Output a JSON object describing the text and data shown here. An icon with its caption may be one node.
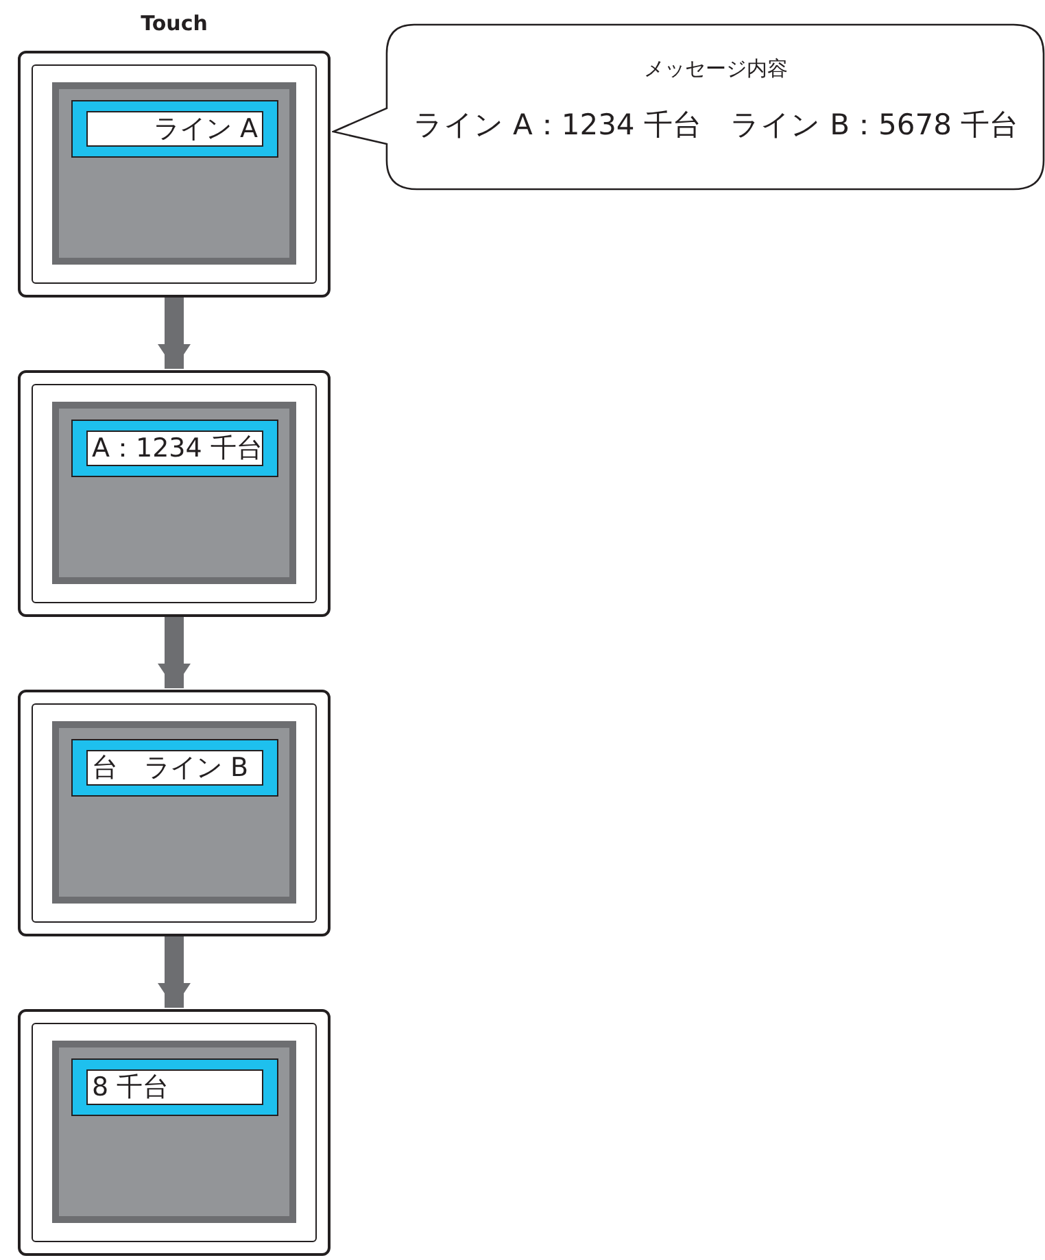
{
  "diagram": {
    "nodes": [
      {
        "text": [],
        "shape": "box",
        "beside": [
          "Touch"
        ]
      },
      {
        "text": [
          "ライン A"
        ],
        "in": 0
      },
      {
        "text": [
          "メッセージ内容",
          "ライン A：1234 千台　ライン B：5678 千台"
        ]
      },
      {
        "text": [],
        "shape": "box"
      },
      {
        "text": [
          "A：1234 千台"
        ],
        "in": 3
      },
      {
        "text": [],
        "shape": "box"
      },
      {
        "text": [
          "台　ライン B"
        ],
        "in": 5
      },
      {
        "text": [],
        "shape": "box"
      },
      {
        "text": [
          "8 千台"
        ],
        "in": 7
      }
    ],
    "edges": [
      {
        "from": 0,
        "to": 3,
        "arrow": "to"
      },
      {
        "from": 3,
        "to": 5,
        "arrow": "to"
      },
      {
        "from": 5,
        "to": 7,
        "arrow": "to"
      }
    ]
  }
}
